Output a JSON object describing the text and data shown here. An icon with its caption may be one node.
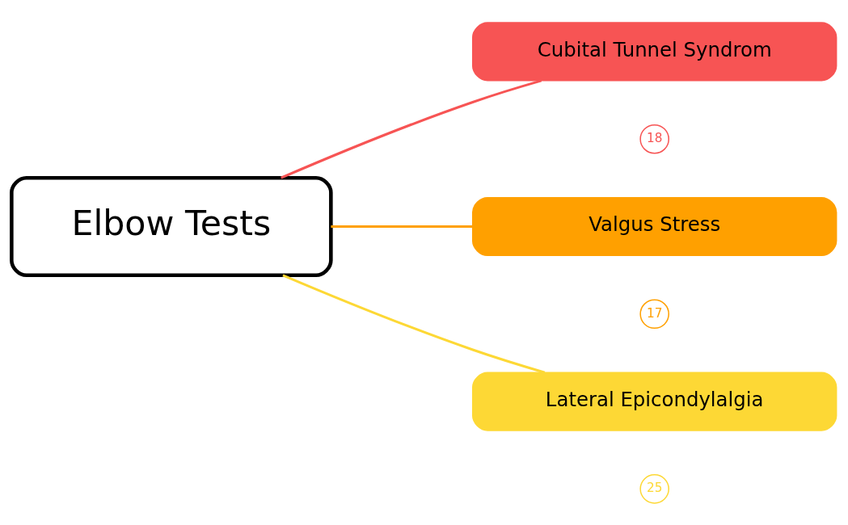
{
  "diagram": {
    "nodes": [
      {
        "text": [
          "Elbow Tests"
        ]
      },
      {
        "text": [
          "Cubital Tunnel Syndrom"
        ],
        "beside": [
          "18"
        ]
      },
      {
        "text": [
          "Valgus Stress"
        ],
        "beside": [
          "17"
        ]
      },
      {
        "text": [
          "Lateral Epicondylalgia"
        ],
        "beside": [
          "25"
        ]
      }
    ],
    "edges": [
      {
        "from": 0,
        "to": 1,
        "arrow": "none",
        "color": "#f75454"
      },
      {
        "from": 0,
        "to": 2,
        "arrow": "none",
        "color": "#ffa000"
      },
      {
        "from": 0,
        "to": 3,
        "arrow": "none",
        "color": "#fdd835"
      }
    ]
  }
}
